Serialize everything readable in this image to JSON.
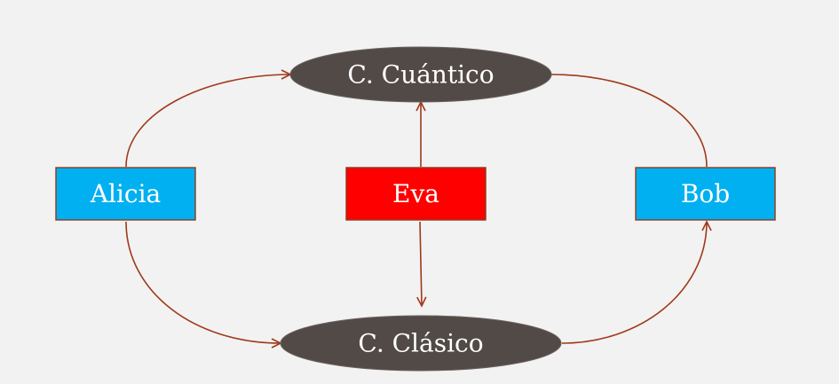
{
  "diagram": {
    "nodes": {
      "alicia": {
        "label": "Alicia"
      },
      "eva": {
        "label": "Eva"
      },
      "bob": {
        "label": "Bob"
      },
      "quantum_channel": {
        "label": "C. Cuántico"
      },
      "classical_channel": {
        "label": "C. Clásico"
      }
    }
  },
  "colors": {
    "background": "#f2f2f2",
    "party_fill": "#00b0f0",
    "eavesdropper_fill": "#ff0000",
    "channel_fill": "#524a47",
    "edge_stroke": "#a0391a",
    "node_border": "#8b3a1e"
  }
}
